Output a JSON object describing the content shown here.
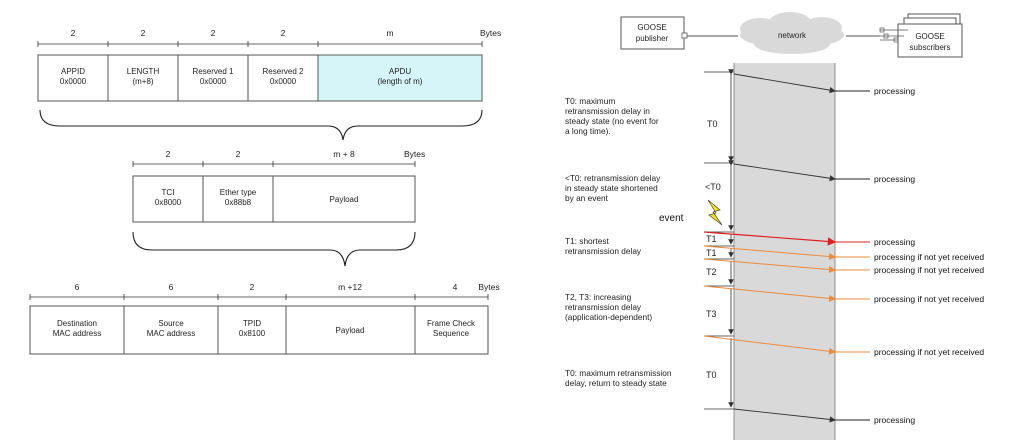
{
  "frame": {
    "row1": {
      "bytes_label": "Bytes",
      "cells": [
        {
          "size": "2",
          "line1": "APPID",
          "line2": "0x0000"
        },
        {
          "size": "2",
          "line1": "LENGTH",
          "line2": "(m+8)"
        },
        {
          "size": "2",
          "line1": "Reserved 1",
          "line2": "0x0000"
        },
        {
          "size": "2",
          "line1": "Reserved 2",
          "line2": "0x0000"
        },
        {
          "size": "m",
          "line1": "APDU",
          "line2": "(length of m)"
        }
      ]
    },
    "row2": {
      "bytes_label": "Bytes",
      "cells": [
        {
          "size": "2",
          "line1": "TCI",
          "line2": "0x8000"
        },
        {
          "size": "2",
          "line1": "Ether type",
          "line2": "0x88b8"
        },
        {
          "size": "m + 8",
          "line1": "Payload",
          "line2": ""
        }
      ]
    },
    "row3": {
      "bytes_label": "Bytes",
      "cells": [
        {
          "size": "6",
          "line1": "Destination",
          "line2": "MAC address"
        },
        {
          "size": "6",
          "line1": "Source",
          "line2": "MAC address"
        },
        {
          "size": "2",
          "line1": "TPID",
          "line2": "0x8100"
        },
        {
          "size": "m +12",
          "line1": "Payload",
          "line2": ""
        },
        {
          "size": "4",
          "line1": "Frame Check",
          "line2": "Sequence"
        }
      ]
    }
  },
  "timing": {
    "publisher": [
      "GOOSE",
      "publisher"
    ],
    "network": "network",
    "subscribers": [
      "GOOSE",
      "subscribers"
    ],
    "event_label": "event",
    "intervals": [
      "T0",
      "<T0",
      "T1",
      "T1",
      "T2",
      "T3",
      "T0"
    ],
    "notes": [
      [
        "T0: maximum",
        "retransmission delay in",
        "steady state (no event for",
        "a long time)."
      ],
      [
        "<T0: retransmission delay",
        "in steady state shortened",
        "by an event"
      ],
      [
        "T1: shortest",
        "retransmission delay"
      ],
      [
        "T2, T3: increasing",
        "retransmission delay",
        "(application-dependent)"
      ],
      [
        "T0: maximum  retransmission",
        "delay, return to steady state"
      ]
    ],
    "messages": [
      "processing",
      "processing",
      "processing",
      "processing if not yet received",
      "processing if not yet received",
      "processing if not yet received",
      "processing if not yet received",
      "processing"
    ]
  },
  "colors": {
    "apdu_fill": "#d6f5f8",
    "event_arrow": "#e02020",
    "retrans_arrow": "#f08a3a",
    "channel": "#d9d9d9",
    "bolt": "#f5e21b"
  }
}
